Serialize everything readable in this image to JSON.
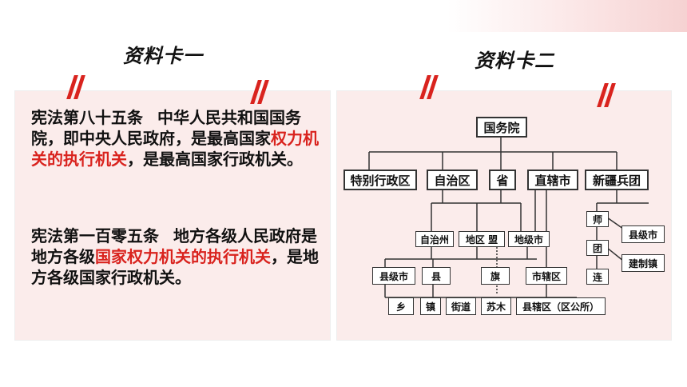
{
  "card1": {
    "title": "资料卡一",
    "para1": {
      "article": "宪法第八十五条",
      "t1": "中华人民共和国国务院，即中央人民政府，是最高国家",
      "red": "权力机关的执行机关",
      "t2": "，是最高国家行政机关。"
    },
    "para2": {
      "article": "宪法第一百零五条",
      "t1": "地方各级人民政府是地方各级",
      "red": "国家权力机关的执行机关",
      "t2": "，是地方各级国家行政机关。"
    }
  },
  "card2": {
    "title": "资料卡二",
    "diagram": {
      "root": "国务院",
      "level1": [
        "特别行政区",
        "自治区",
        "省",
        "直辖市",
        "新疆兵团"
      ],
      "level2": [
        "自治州",
        "地区 盟",
        "地级市"
      ],
      "level3": [
        "县级市",
        "县",
        "旗",
        "市辖区"
      ],
      "level4": [
        "乡",
        "镇",
        "街道",
        "苏木",
        "县辖区（区公所）"
      ],
      "corps": [
        "师",
        "团",
        "连",
        "县级市",
        "建制镇"
      ]
    }
  },
  "colors": {
    "accent": "#d9231e",
    "card_bg": "#fbeceb"
  }
}
